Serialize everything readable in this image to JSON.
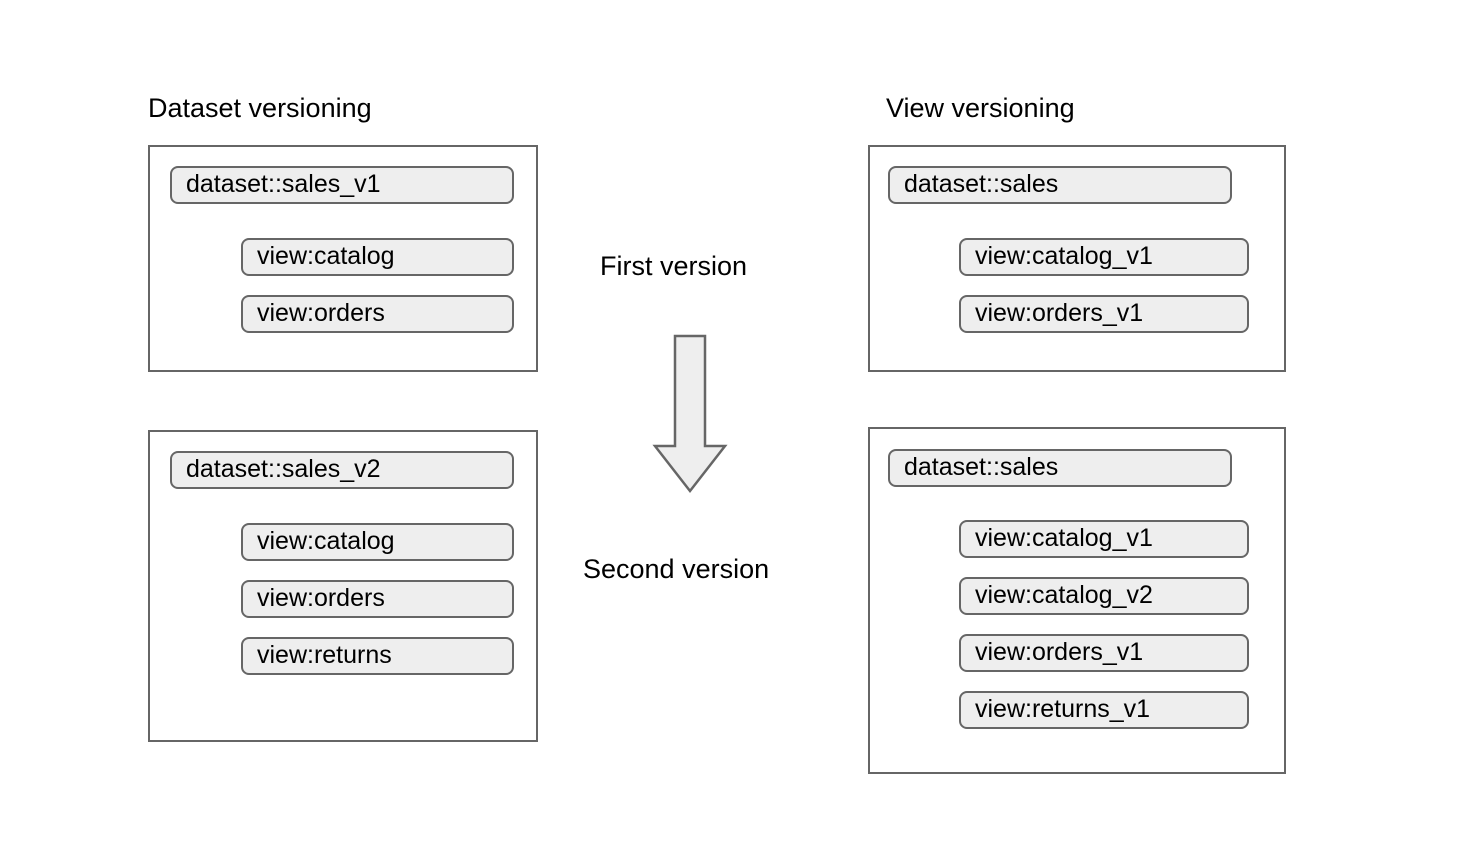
{
  "diagram": {
    "title_left": "Dataset versioning",
    "title_right": "View versioning",
    "steps": {
      "first": "First version",
      "second": "Second version",
      "arrow_icon": "down-arrow-icon"
    },
    "colors": {
      "pill_fill": "#eeeeee",
      "stroke": "#666666",
      "background": "#ffffff",
      "text": "#000000"
    }
  },
  "left_column": {
    "heading": "Dataset versioning",
    "groups": [
      {
        "dataset": "dataset::sales_v1",
        "views": [
          "view:catalog",
          "view:orders"
        ]
      },
      {
        "dataset": "dataset::sales_v2",
        "views": [
          "view:catalog",
          "view:orders",
          "view:returns"
        ]
      }
    ]
  },
  "right_column": {
    "heading": "View versioning",
    "groups": [
      {
        "dataset": "dataset::sales",
        "views": [
          "view:catalog_v1",
          "view:orders_v1"
        ]
      },
      {
        "dataset": "dataset::sales",
        "views": [
          "view:catalog_v1",
          "view:catalog_v2",
          "view:orders_v1",
          "view:returns_v1"
        ]
      }
    ]
  }
}
